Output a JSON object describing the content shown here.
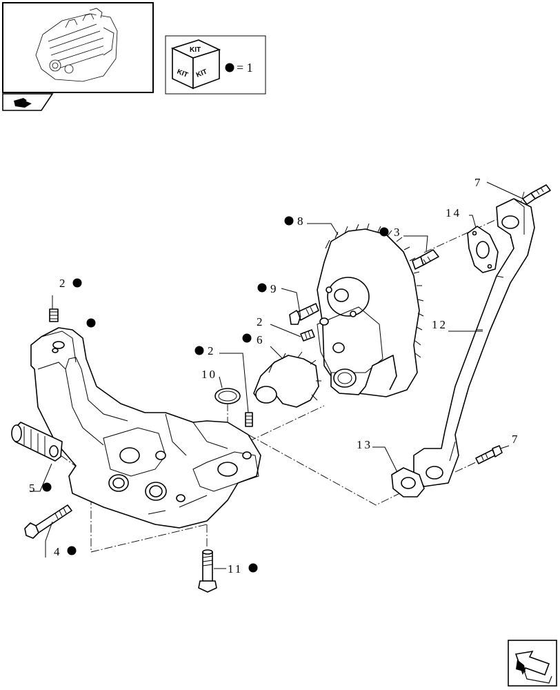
{
  "kit_legend": {
    "cube_top": "KIT",
    "cube_left": "KIT",
    "cube_right": "KIT",
    "equals_text": "= 1"
  },
  "callouts": {
    "p2_top_left": "2",
    "p2_mid": "2",
    "p2_right": "2",
    "p3": "3",
    "p4": "4",
    "p5": "5",
    "p6": "6",
    "p7_top": "7",
    "p7_bottom": "7",
    "p8": "8",
    "p9": "9",
    "p10": "10",
    "p11": "11",
    "p12": "12",
    "p13": "13",
    "p14": "14"
  },
  "icons": {
    "thumbnail": "engine-thumbnail-icon",
    "section": "section-tab-icon",
    "kit": "kit-cube-icon",
    "nav": "next-page-arrow-icon"
  }
}
